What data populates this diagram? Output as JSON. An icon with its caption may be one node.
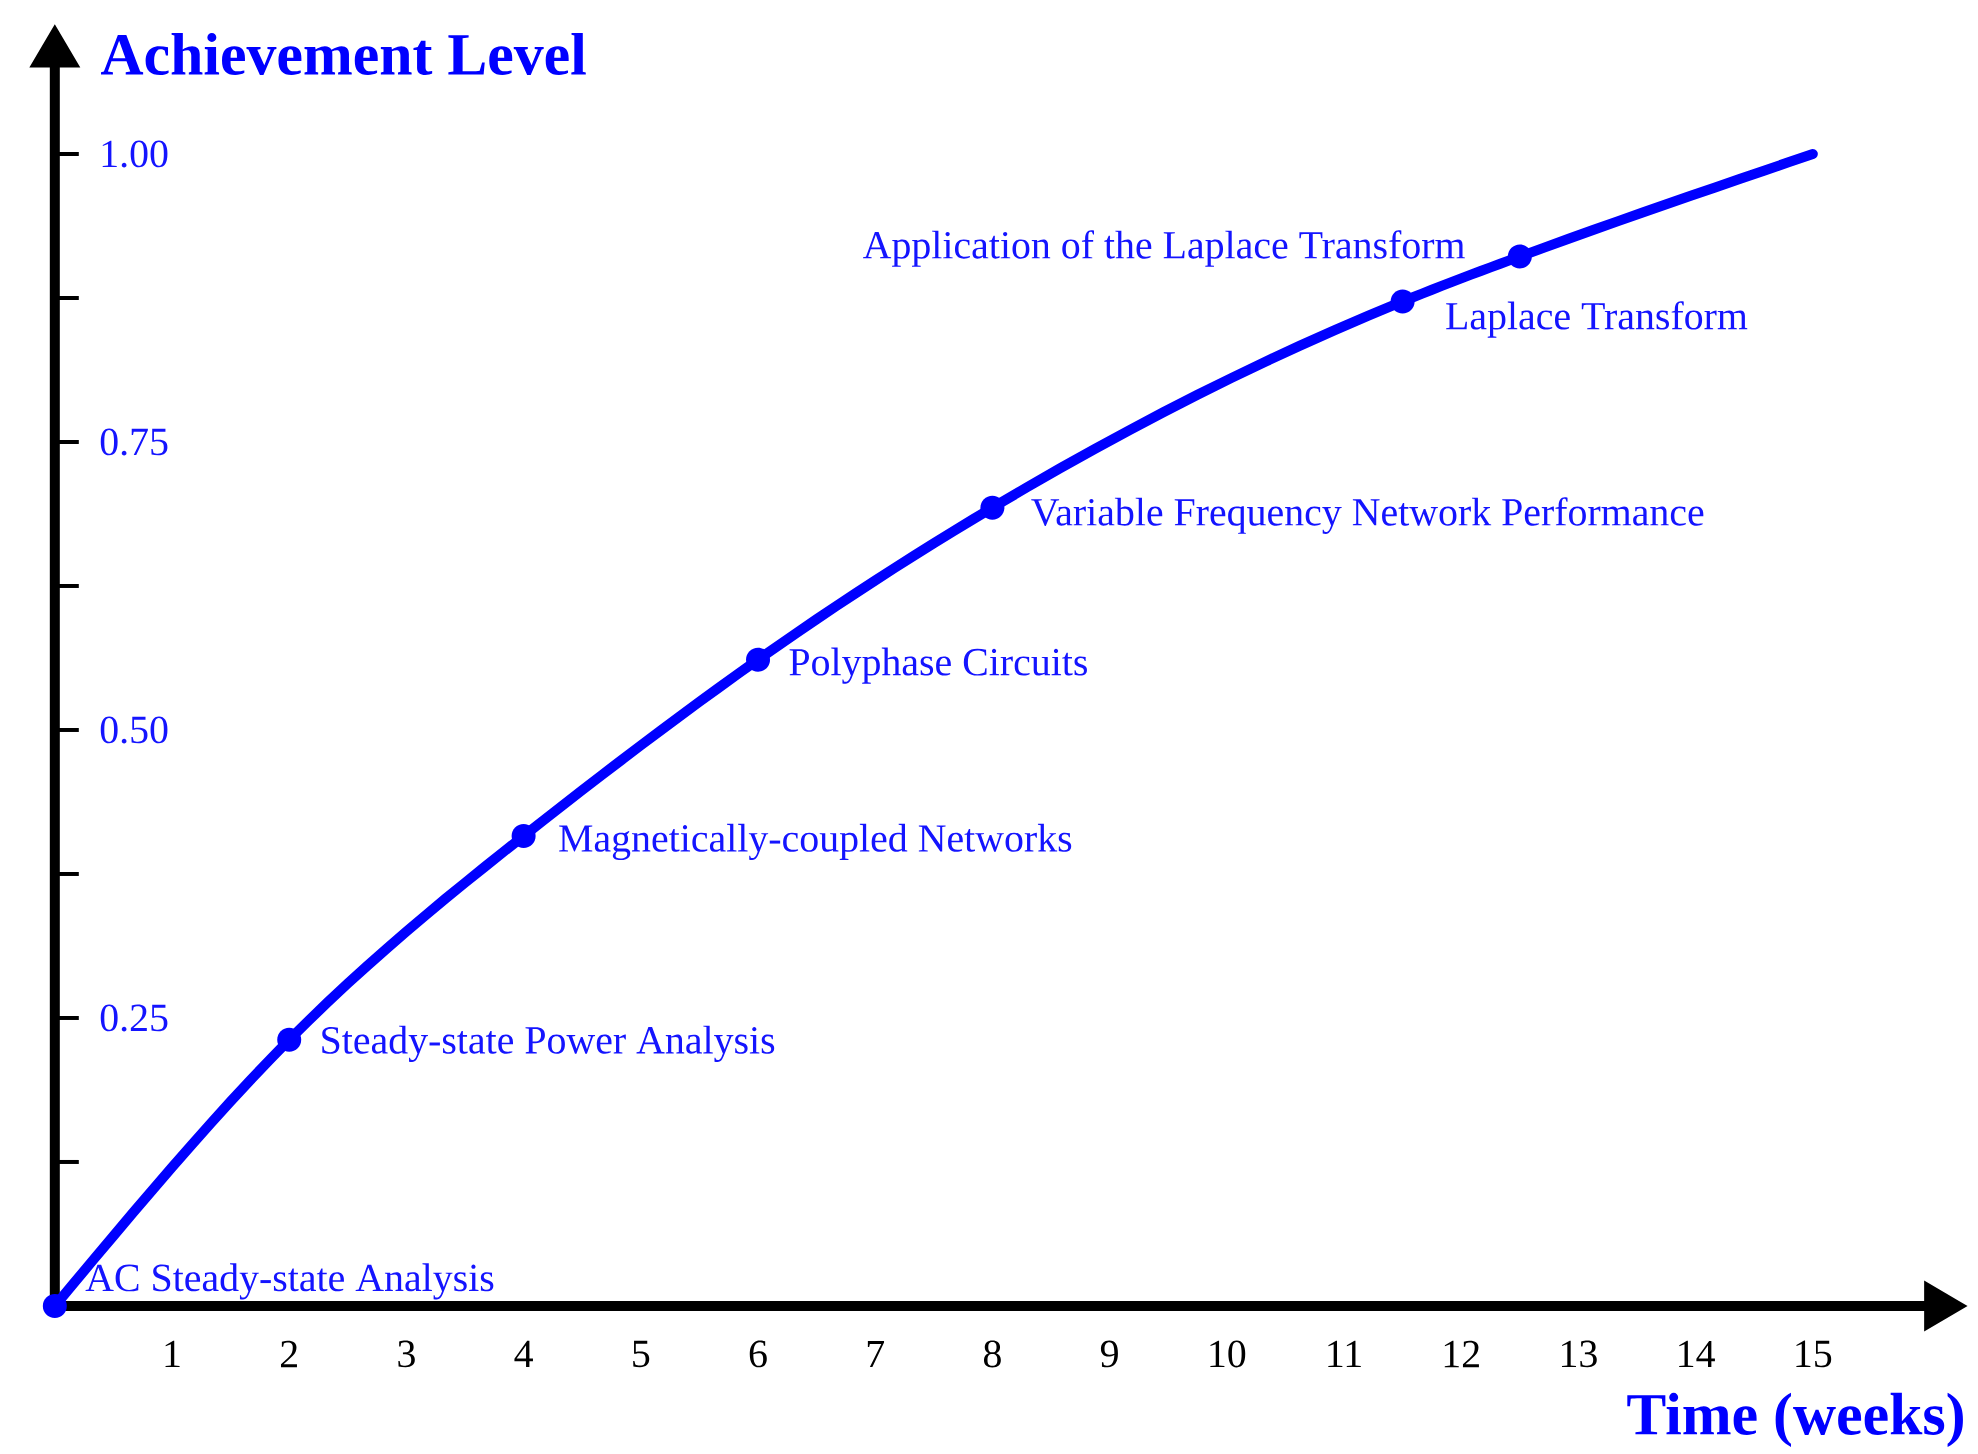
{
  "diagram": {
    "chart_data": {
      "type": "line",
      "xlabel": "Time (weeks)",
      "ylabel": "Achievement Level",
      "x": [
        0,
        2,
        4,
        6,
        8,
        11.5,
        12.5,
        15
      ],
      "series": [
        {
          "color": "#0000ff",
          "marker": "circle",
          "values": [
            0,
            0.231,
            0.408,
            0.561,
            0.693,
            0.872,
            0.911,
            1.0
          ]
        }
      ],
      "xlim": [
        0,
        15.95
      ],
      "ylim": [
        0,
        1.075
      ],
      "xticks": [
        1,
        2,
        3,
        4,
        5,
        6,
        7,
        8,
        9,
        10,
        11,
        12,
        13,
        14,
        15
      ],
      "yticks": [
        {
          "value": 0.25,
          "label": "0.25"
        },
        {
          "value": 0.5,
          "label": "0.50"
        },
        {
          "value": 0.75,
          "label": "0.75"
        },
        {
          "value": 1.0,
          "label": "1.00"
        }
      ],
      "annotations": [
        {
          "x": 0,
          "y": 0,
          "text": "AC Steady-state Analysis"
        },
        {
          "x": 2,
          "y": 0.231,
          "text": "Steady-state Power Analysis"
        },
        {
          "x": 4,
          "y": 0.408,
          "text": "Magnetically-coupled Networks"
        },
        {
          "x": 6,
          "y": 0.561,
          "text": "Polyphase Circuits"
        },
        {
          "x": 8,
          "y": 0.693,
          "text": "Variable Frequency Network Performance"
        },
        {
          "x": 11.5,
          "y": 0.872,
          "text": "Laplace Transform"
        },
        {
          "x": 12.5,
          "y": 0.911,
          "text": "Application of the Laplace Transform"
        }
      ]
    }
  }
}
